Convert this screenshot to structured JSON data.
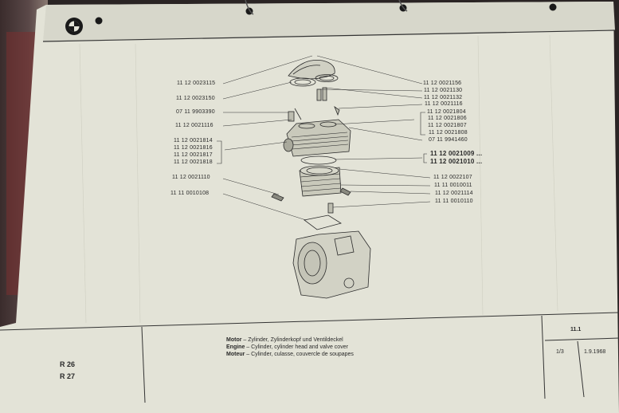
{
  "labels_left": [
    {
      "id": "l1",
      "text": "11  12  0023115"
    },
    {
      "id": "l2",
      "text": "11  12  0023150"
    },
    {
      "id": "l3",
      "text": "07  11  9903390"
    },
    {
      "id": "l4",
      "text": "11  12  0021116"
    },
    {
      "id": "l5",
      "text": "11  12  0021814"
    },
    {
      "id": "l6",
      "text": "11  12  0021816"
    },
    {
      "id": "l7",
      "text": "11  12  0021817"
    },
    {
      "id": "l8",
      "text": "11  12  0021818"
    },
    {
      "id": "l9",
      "text": "11  12  0021110"
    },
    {
      "id": "l10",
      "text": "11  11  0010108"
    }
  ],
  "labels_right": [
    {
      "id": "r1",
      "text": "11  12  0021156"
    },
    {
      "id": "r2",
      "text": "11  12  0021130"
    },
    {
      "id": "r3",
      "text": "11  12  0021132"
    },
    {
      "id": "r4",
      "text": "11  12  0021116"
    },
    {
      "id": "r5",
      "text": "11  12  0021804"
    },
    {
      "id": "r6",
      "text": "11  12  0021806"
    },
    {
      "id": "r7",
      "text": "11  12  0021807"
    },
    {
      "id": "r8",
      "text": "11  12  0021808"
    },
    {
      "id": "r9",
      "text": "07  11  9941460"
    },
    {
      "id": "r10",
      "text": "11  12  0021009 ..."
    },
    {
      "id": "r11",
      "text": "11  12  0021010 ..."
    },
    {
      "id": "r12",
      "text": "11  12  0022107"
    },
    {
      "id": "r13",
      "text": "11  11  0010011"
    },
    {
      "id": "r14",
      "text": "11  12  0021114"
    },
    {
      "id": "r15",
      "text": "11  11  0010110"
    }
  ],
  "title_block": {
    "line1_bold": "Motor",
    "line1_rest": " – Zylinder, Zylinderkopf und Ventildeckel",
    "line2_bold": "Engine",
    "line2_rest": " – Cylinder, cylinder head and valve cover",
    "line3_bold": "Moteur",
    "line3_rest": " – Cylinder, culasse, couvercle de soupapes",
    "models": [
      "R 26",
      "R 27"
    ],
    "section": "11.1",
    "sheet": "1/3",
    "date": "1.9.1968"
  },
  "colors": {
    "paper": "#e3e3d7",
    "ink": "#2a2a2a"
  },
  "icons": [
    "bmw-logo-icon",
    "binder-hole-icon"
  ]
}
